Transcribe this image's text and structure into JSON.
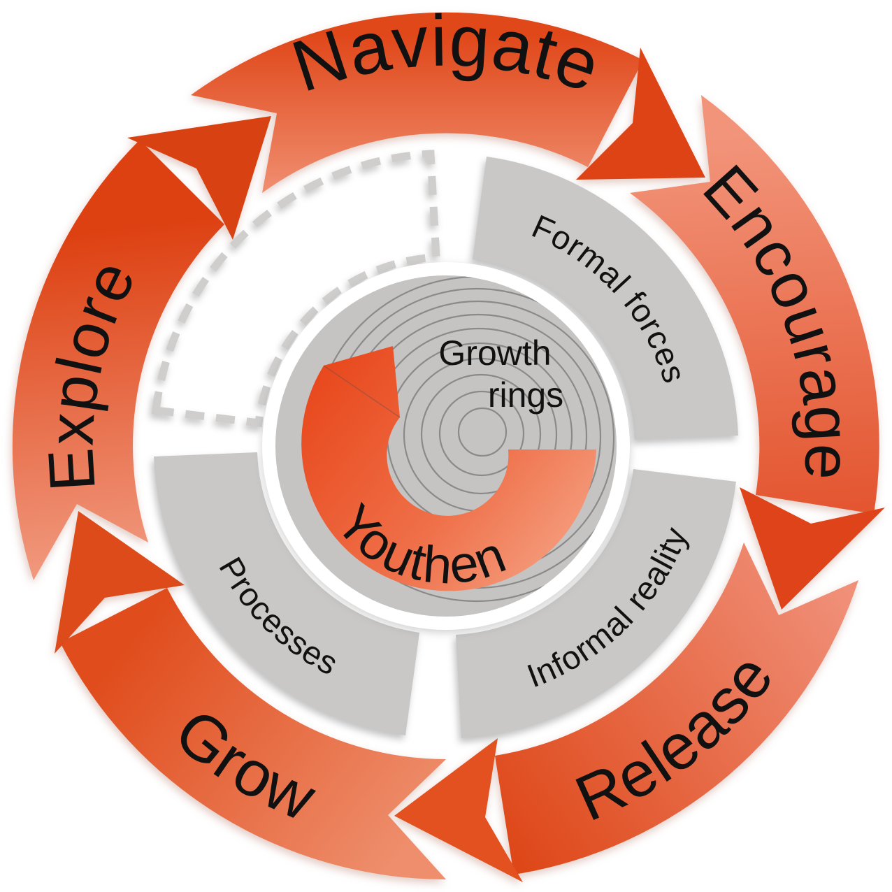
{
  "diagram": {
    "outer_cycle": {
      "navigate": "Navigate",
      "encourage": "Encourage",
      "release": "Release",
      "grow": "Grow",
      "explore": "Explore"
    },
    "middle_ring": {
      "formal_forces": "Formal forces",
      "informal_reality": "Informal reality",
      "processes": "Processes"
    },
    "center": {
      "growth_line1": "Growth",
      "growth_line2": "rings",
      "youthen": "Youthen"
    },
    "colors": {
      "orange_dark": "#e2491b",
      "orange_mid": "#ec6a3c",
      "orange_light": "#f2997d",
      "orange_salmon_end": "#f5a98c",
      "segment_gray": "#c9c8c7",
      "disc_gray": "#c5c4c3",
      "growth_ring_line": "#8a8a8a",
      "dash_gray": "#cfcecd",
      "text": "#111111"
    }
  }
}
